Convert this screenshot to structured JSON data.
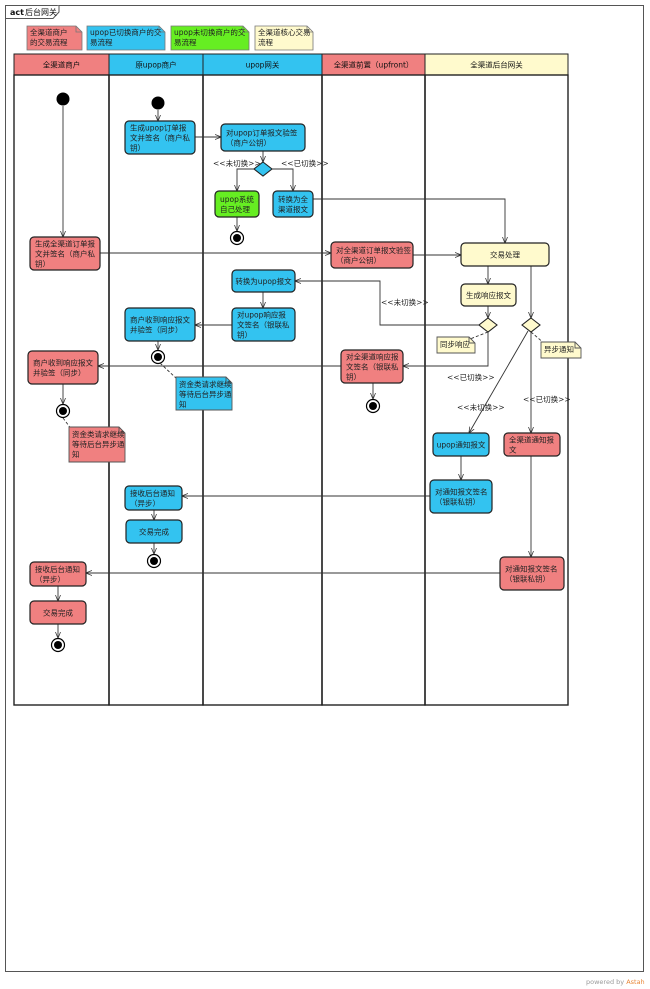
{
  "frame": {
    "keyword": "act",
    "title": "后台网关"
  },
  "legend": [
    {
      "lines": [
        "全渠道商户",
        "的交易流程"
      ],
      "color": "#f08080"
    },
    {
      "lines": [
        "upop已切换商户的交",
        "易流程"
      ],
      "color": "#33c3f0"
    },
    {
      "lines": [
        "upop未切换商户的交",
        "易流程"
      ],
      "color": "#66ee22"
    },
    {
      "lines": [
        "全渠道核心交易",
        "流程"
      ],
      "color": "#fffacd"
    }
  ],
  "lanes": [
    {
      "title": "全渠道商户",
      "color": "#f08080"
    },
    {
      "title": "原upop商户",
      "color": "#33c3f0"
    },
    {
      "title": "upop网关",
      "color": "#33c3f0"
    },
    {
      "title": "全渠道前置（upfront）",
      "color": "#f08080"
    },
    {
      "title": "全渠道后台网关",
      "color": "#fffacd"
    }
  ],
  "actions": {
    "gen_sign": [
      "生成全渠道订单报",
      "文并签名（商户私",
      "钥）"
    ],
    "upop_gen_sign": [
      "生成upop订单报",
      "文并签名（商户私",
      "钥）"
    ],
    "upop_verify": [
      "对upop订单报文验签",
      "（商户公钥）"
    ],
    "upop_self": [
      "upop系统",
      "自己处理"
    ],
    "convert_full": [
      "转换为全",
      "渠道报文"
    ],
    "front_verify": [
      "对全渠道订单报文验签",
      "（商户公钥）"
    ],
    "trade": [
      "交易处理"
    ],
    "gen_resp": [
      "生成响应报文"
    ],
    "convert_upop": [
      "转换为upop报文"
    ],
    "upop_resp_sign": [
      "对upop响应报",
      "文签名（银联私",
      "钥）"
    ],
    "upop_merchant_recv": [
      "商户收到响应报文",
      "并验签（同步）"
    ],
    "front_resp_sign": [
      "对全渠道响应报",
      "文签名（银联私",
      "钥）"
    ],
    "merchant_recv": [
      "商户收到响应报文",
      "并验签（同步）"
    ],
    "upop_notify": [
      "upop通知报文"
    ],
    "full_notify": [
      "全渠道通知报",
      "文"
    ],
    "notify_sign_upop": [
      "对通知报文签名",
      "（银联私钥）"
    ],
    "upop_recv_notify": [
      "接收后台通知",
      "（异步）"
    ],
    "upop_done": [
      "交易完成"
    ],
    "notify_sign_full": [
      "对通知报文签名",
      "（银联私钥）"
    ],
    "recv_notify": [
      "接收后台通知",
      "（异步）"
    ],
    "done": [
      "交易完成"
    ]
  },
  "notes": {
    "sync": [
      "同步响应"
    ],
    "async": [
      "异步通知"
    ],
    "upop_wait": [
      "资金类请求继续",
      "等待后台异步通",
      "知"
    ],
    "merchant_wait": [
      "资金类请求继续",
      "等待后台异步通",
      "知"
    ]
  },
  "guards": {
    "not_switched_1": "<<未切换>>",
    "switched_1": "<<已切换>>",
    "not_switched_2": "<<未切换>>",
    "switched_2": "<<已切换>>",
    "not_switched_3": "<<未切换>>",
    "switched_3": "<<已切换>>"
  },
  "footer": {
    "prefix": "powered by ",
    "brand": "Astah"
  }
}
